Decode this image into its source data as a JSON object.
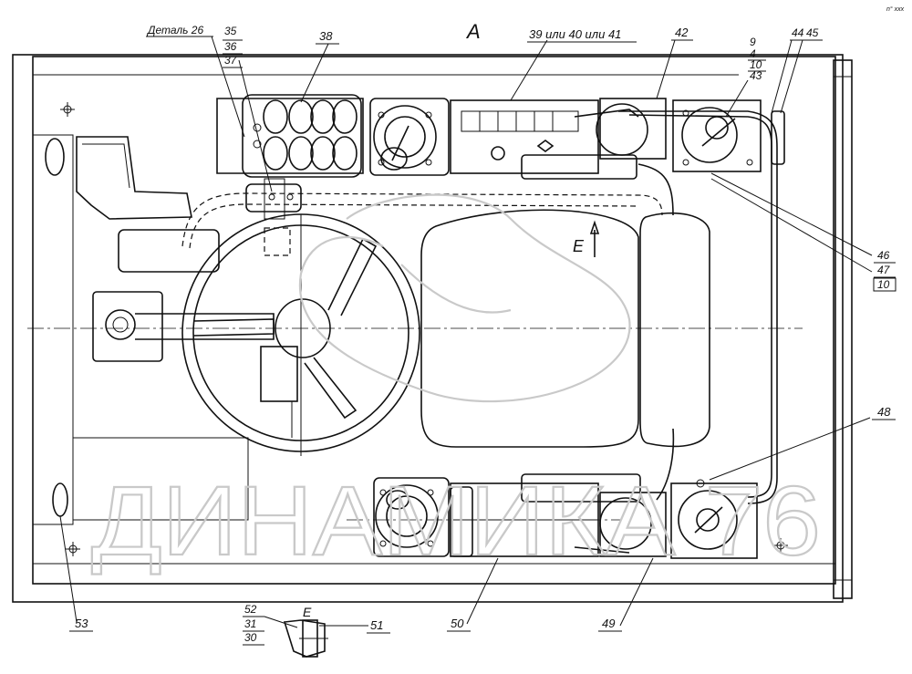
{
  "view_label": "A",
  "corner_mark": "n° xxx",
  "tag_left_top": "Деталь 26",
  "tag_variant": "39 или 40 или 41",
  "stack_35": [
    "35",
    "36",
    "37"
  ],
  "stack_9": [
    "9",
    "4",
    "10",
    "43"
  ],
  "stack_46": [
    "46",
    "47",
    "10"
  ],
  "stack_52": [
    "52",
    "31",
    "30"
  ],
  "labels": {
    "n38": "38",
    "n42": "42",
    "n44": "44",
    "n45": "45",
    "n48": "48",
    "n49": "49",
    "n50": "50",
    "n51": "51",
    "n53": "53"
  },
  "arrow_e": "E",
  "detail_e": "E",
  "watermark": "ДИНАМИКА 76"
}
